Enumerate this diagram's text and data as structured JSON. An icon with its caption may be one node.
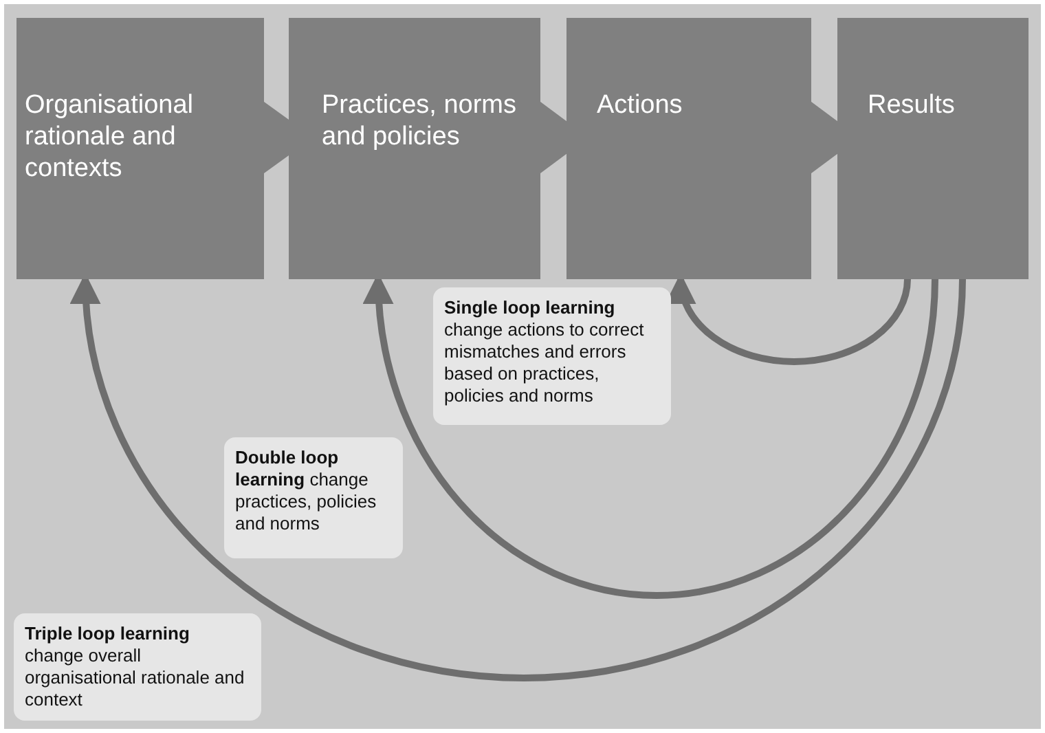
{
  "diagram": {
    "nodes": [
      {
        "text": [
          "Organisational rationale and contexts"
        ]
      },
      {
        "text": [
          "Practices, norms and policies"
        ]
      },
      {
        "text": [
          "Actions"
        ]
      },
      {
        "text": [
          "Results"
        ]
      },
      {
        "text": [
          "**Single loop learning** change actions to correct mismatches and errors based on practices, policies and norms"
        ]
      },
      {
        "text": [
          "**Double loop learning** change practices, policies and norms"
        ]
      },
      {
        "text": [
          "**Triple loop learning** change overall organisational rationale and context"
        ]
      }
    ],
    "edges": [
      {
        "from": 0,
        "to": 1,
        "arrow": "to"
      },
      {
        "from": 1,
        "to": 2,
        "arrow": "to"
      },
      {
        "from": 2,
        "to": 3,
        "arrow": "to"
      },
      {
        "from": 3,
        "to": 2,
        "arrow": "to"
      },
      {
        "from": 3,
        "to": 1,
        "arrow": "to"
      },
      {
        "from": 3,
        "to": 0,
        "arrow": "to"
      }
    ]
  }
}
